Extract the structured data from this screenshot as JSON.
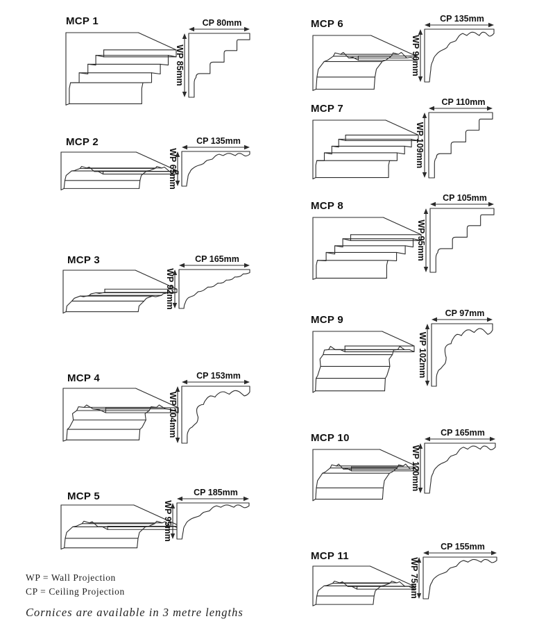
{
  "items": [
    {
      "name": "MCP 1",
      "cp": "CP 80mm",
      "wp": "WP 85mm",
      "cp_mm": 80,
      "wp_mm": 85
    },
    {
      "name": "MCP 2",
      "cp": "CP 135mm",
      "wp": "WP 65mm",
      "cp_mm": 135,
      "wp_mm": 65
    },
    {
      "name": "MCP 3",
      "cp": "CP 165mm",
      "wp": "WP 92mm",
      "cp_mm": 165,
      "wp_mm": 92
    },
    {
      "name": "MCP 4",
      "cp": "CP 153mm",
      "wp": "WP 104mm",
      "cp_mm": 153,
      "wp_mm": 104
    },
    {
      "name": "MCP 5",
      "cp": "CP 185mm",
      "wp": "WP 95mm",
      "cp_mm": 185,
      "wp_mm": 95
    },
    {
      "name": "MCP 6",
      "cp": "CP 135mm",
      "wp": "WP 90mm",
      "cp_mm": 135,
      "wp_mm": 90
    },
    {
      "name": "MCP 7",
      "cp": "CP 110mm",
      "wp": "WP 109mm",
      "cp_mm": 110,
      "wp_mm": 109
    },
    {
      "name": "MCP 8",
      "cp": "CP 105mm",
      "wp": "WP 95mm",
      "cp_mm": 105,
      "wp_mm": 95
    },
    {
      "name": "MCP 9",
      "cp": "CP 97mm",
      "wp": "WP 102mm",
      "cp_mm": 97,
      "wp_mm": 102
    },
    {
      "name": "MCP 10",
      "cp": "CP 165mm",
      "wp": "WP 120mm",
      "cp_mm": 165,
      "wp_mm": 120
    },
    {
      "name": "MCP 11",
      "cp": "CP 155mm",
      "wp": "WP 75mm",
      "cp_mm": 155,
      "wp_mm": 75
    }
  ],
  "legend": {
    "wp_line": "WP = Wall Projection",
    "cp_line": "CP = Ceiling Projection"
  },
  "note": "Cornices are available in 3 metre lengths",
  "ink_color": "#2b2b2b"
}
